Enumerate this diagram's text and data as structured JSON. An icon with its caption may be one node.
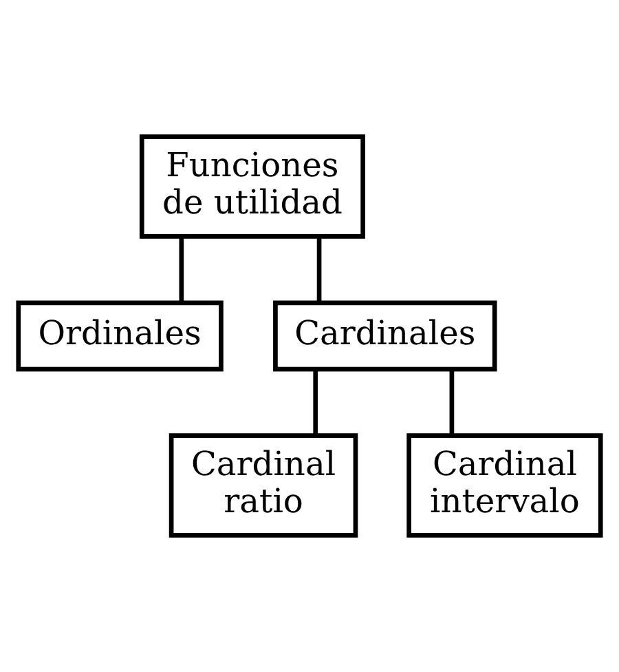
{
  "diagram": {
    "nodes": [
      {
        "text": [
          "Funciones de utilidad"
        ]
      },
      {
        "text": [
          "Ordinales"
        ]
      },
      {
        "text": [
          "Cardinales"
        ]
      },
      {
        "text": [
          "Cardinal ratio"
        ]
      },
      {
        "text": [
          "Cardinal intervalo"
        ]
      }
    ],
    "edges": [
      {
        "from": 0,
        "to": 1,
        "arrow": "none"
      },
      {
        "from": 0,
        "to": 2,
        "arrow": "none"
      },
      {
        "from": 2,
        "to": 3,
        "arrow": "none"
      },
      {
        "from": 2,
        "to": 4,
        "arrow": "none"
      }
    ]
  }
}
